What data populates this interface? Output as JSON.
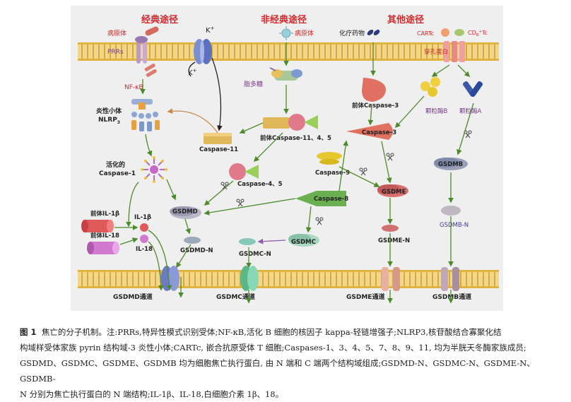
{
  "headings": {
    "classic": "经典途径",
    "nonclassic": "非经典途径",
    "other": "其他途径"
  },
  "labels": {
    "pathogen1": "病原体",
    "pathogen2": "病原体",
    "prrs": "PRRs",
    "nfkb": "NF-κB",
    "k_top": "K",
    "k_top_sup": "+",
    "k_bot": "K",
    "k_bot_sup": "+",
    "lps": "脂多糖",
    "chemo": "化疗药物",
    "cartc": "CARTc",
    "cd8tc": "CD",
    "cd8tc_sub": "8",
    "cd8tc_sup": "+",
    "cd8tc_tail": "Tc",
    "perforin": "穿孔蛋白",
    "inflammasome": "炎性小体",
    "nlrp3": "NLRP",
    "nlrp3_sub": "3",
    "casp11": "Caspase-11",
    "procasp11": "前体Caspase-11、4、5",
    "procasp3": "前体Caspase-3",
    "casp3": "Caspase-3",
    "granzymeB": "颗粒酶B",
    "granzymeA": "颗粒酶A",
    "activated": "活化的",
    "casp1": "Caspase-1",
    "casp45": "Caspase-4、5",
    "casp9": "Caspase-9",
    "casp8": "Caspase-8",
    "gsdmd": "GSDMD",
    "gsdme": "GSDME",
    "gsdmb": "GSDMB",
    "gsdmc": "GSDMC",
    "pro_il1b": "前体IL-1β",
    "pro_il18": "前体IL-18",
    "il1b": "IL-1β",
    "il18": "IL-18",
    "gsdmdn": "GSDMD-N",
    "gsdmcn": "GSDMC-N",
    "gsdmen": "GSDME-N",
    "gsdmbn": "GSDMB-N",
    "ch_gsdmd": "GSDMD通道",
    "ch_gsdmc": "GSDMC通道",
    "ch_gsdme": "GSDME通道",
    "ch_gsdmb": "GSDMB通道"
  },
  "caption": {
    "label": "图 1",
    "line1": "焦亡的分子机制。注:PRRs,特异性模式识别受体;NF-κB,活化 B 细胞的核因子 kappa-轻链增强子;NLRP3,核苷酸结合寡聚化结",
    "line2": "构域样受体家族 pyrin 结构域-3 炎性小体;CARTc, 嵌合抗原受体 T 细胞;Caspases-1、3、4、5、7、8、9、11, 均为半胱天冬酶家族成员;",
    "line3": "GSDMD、GSDMC、GSDME、GSDMB 均为细胞焦亡执行蛋白, 由 N 端和 C 端两个结构域组成;GSDMD-N、GSDMC-N、GSDME-N、GSDMB-",
    "line4": "N 分别为焦亡执行蛋白的 N 端结构;IL-1β、IL-18,白细胞介素 1β、18。"
  },
  "colors": {
    "background": "#eeeeee",
    "heading_red": "#d4272b",
    "membrane": "#e9c46a",
    "arrow_green": "#4d8a2a",
    "label_purple": "#7a3b8a",
    "label_red": "#d4272b"
  }
}
